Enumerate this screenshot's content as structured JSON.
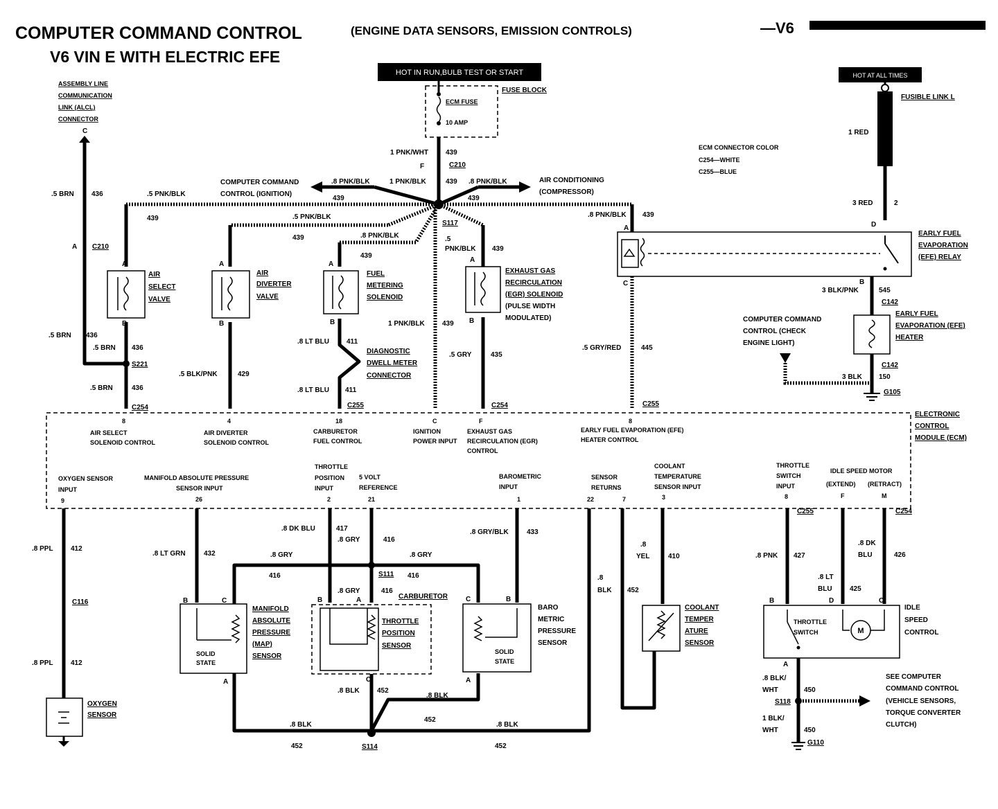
{
  "title": {
    "main": "COMPUTER COMMAND CONTROL",
    "sub": "(ENGINE DATA SENSORS, EMISSION CONTROLS)",
    "engine": "—V6",
    "line2": "V6 VIN E WITH ELECTRIC EFE"
  },
  "power": {
    "hot_run": "HOT IN RUN,BULB TEST OR START",
    "hot_all": "HOT AT ALL TIMES",
    "ecm_fuse": "ECM FUSE",
    "amp": "10 AMP",
    "fuse_block": "FUSE BLOCK",
    "fusible_link": "FUSIBLE LINK L",
    "ecm_conn_color": "ECM CONNECTOR COLOR",
    "c254_color": "C254—WHITE",
    "c255_color": "C255—BLUE"
  },
  "components": {
    "alcl": "ASSEMBLY LINE COMMUNICATION LINK (ALCL) CONNECTOR",
    "air_select": "AIR SELECT VALVE",
    "air_diverter": "AIR DIVERTER VALVE",
    "fuel_metering": "FUEL METERING SOLENOID",
    "egr": "EXHAUST GAS RECIRCULATION (EGR) SOLENOID",
    "egr_note": "(PULSE WIDTH MODULATED)",
    "efe_relay": "EARLY FUEL EVAPORATION (EFE) RELAY",
    "efe_heater": "EARLY FUEL EVAPORATION (EFE) HEATER",
    "check_engine": "COMPUTER COMMAND CONTROL (CHECK ENGINE LIGHT)",
    "dwell": "DIAGNOSTIC DWELL METER CONNECTOR",
    "ccc_ign": "COMPUTER COMMAND CONTROL (IGNITION)",
    "ac": "AIR CONDITIONING (COMPRESSOR)",
    "ecm": "ELECTRONIC CONTROL MODULE (ECM)",
    "oxygen": "OXYGEN SENSOR",
    "map": "MANIFOLD ABSOLUTE PRESSURE (MAP) SENSOR",
    "tps": "THROTTLE POSITION SENSOR",
    "carb": "CARBURETOR",
    "baro": "BARO METRIC PRESSURE SENSOR",
    "coolant": "COOLANT TEMPER ATURE SENSOR",
    "throttle_sw": "THROTTLE SWITCH",
    "isc": "IDLE SPEED CONTROL",
    "solid_state": "SOLID STATE",
    "see_ccc": "SEE COMPUTER COMMAND CONTROL (VEHICLE SENSORS, TORQUE CONVERTER CLUTCH)"
  },
  "ecm_pins_top": [
    {
      "pin": "8",
      "label": "AIR SELECT SOLENOID CONTROL"
    },
    {
      "pin": "4",
      "label": "AIR DIVERTER SOLENOID CONTROL"
    },
    {
      "pin": "18",
      "label": "CARBURETOR FUEL CONTROL"
    },
    {
      "pin": "C",
      "label": "IGNITION POWER INPUT"
    },
    {
      "pin": "F",
      "label": "EXHAUST GAS RECIRCULATION (EGR) CONTROL"
    },
    {
      "pin": "8",
      "label": "EARLY FUEL EVAPORATION (EFE) HEATER CONTROL"
    }
  ],
  "ecm_pins_bottom": [
    {
      "pin": "9",
      "label": "OXYGEN SENSOR INPUT"
    },
    {
      "pin": "26",
      "label": "MANIFOLD ABSOLUTE PRESSURE SENSOR INPUT"
    },
    {
      "pin": "2",
      "label": "THROTTLE POSITION INPUT"
    },
    {
      "pin": "21",
      "label": "5 VOLT REFERENCE"
    },
    {
      "pin": "1",
      "label": "BAROMETRIC INPUT"
    },
    {
      "pin": "22",
      "label": "SENSOR RETURNS"
    },
    {
      "pin": "7",
      "label": ""
    },
    {
      "pin": "3",
      "label": "COOLANT TEMPERATURE SENSOR INPUT"
    },
    {
      "pin": "8",
      "label": "THROTTLE SWITCH INPUT"
    },
    {
      "pin": "F",
      "label": "IDLE SPEED MOTOR (EXTEND)"
    },
    {
      "pin": "M",
      "label": "(RETRACT)"
    }
  ],
  "wire_labels": [
    "1 PNK/WHT",
    "439",
    "1 PNK/BLK",
    ".8 PNK/BLK",
    ".5 PNK/BLK",
    ".5 BRN",
    "436",
    "1 RED",
    "3 RED",
    "2",
    "3 BLK/PNK",
    "545",
    "3 BLK",
    "150",
    ".5 BLK/PNK",
    "429",
    ".8 LT BLU",
    "411",
    ".5 GRY",
    "435",
    ".5 GRY/RED",
    "445",
    ".8 PPL",
    "412",
    ".8 LT GRN",
    "432",
    ".8 DK BLU",
    "417",
    ".8 GRY",
    "416",
    ".8 GRY/BLK",
    "433",
    ".8 BLK",
    "452",
    ".8 YEL",
    "410",
    ".8 PNK",
    "427",
    ".8 LT BLU",
    "425",
    ".8 DK BLU",
    "426",
    ".8 BLK/WHT",
    "450",
    "1 BLK/WHT"
  ],
  "connectors": [
    "C210",
    "S117",
    "C142",
    "G105",
    "S221",
    "C254",
    "C255",
    "C116",
    "S111",
    "S114",
    "S118",
    "G110"
  ]
}
